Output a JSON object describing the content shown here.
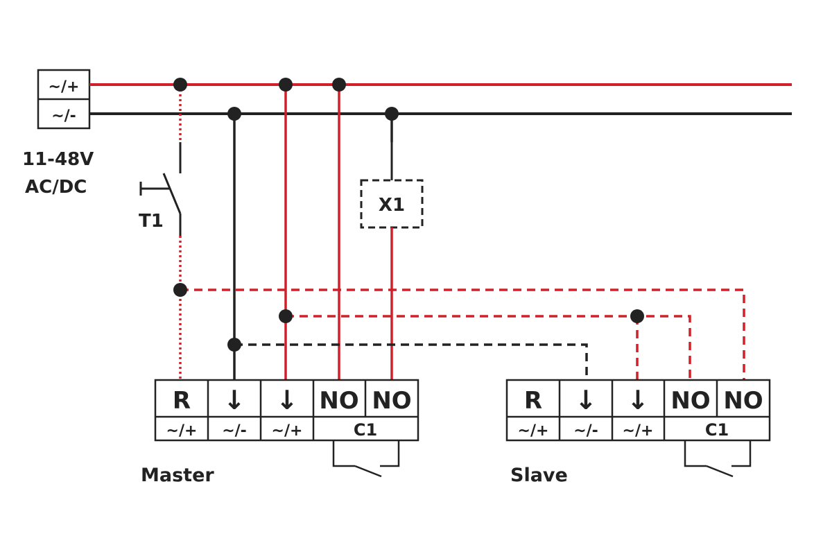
{
  "colors": {
    "red": "#d0202a",
    "black": "#222222"
  },
  "supply": {
    "pos_label": "~/+",
    "neg_label": "~/-",
    "voltage_line1": "11-48V",
    "voltage_line2": "AC/DC"
  },
  "switch": {
    "label": "T1"
  },
  "relay": {
    "label": "X1"
  },
  "master": {
    "name": "Master",
    "terminals_top": [
      "R",
      "↓",
      "↓",
      "NO",
      "NO"
    ],
    "terminals_bottom": [
      "~/+",
      "~/-",
      "~/+"
    ],
    "contact_label": "C1"
  },
  "slave": {
    "name": "Slave",
    "terminals_top": [
      "R",
      "↓",
      "↓",
      "NO",
      "NO"
    ],
    "terminals_bottom": [
      "~/+",
      "~/-",
      "~/+"
    ],
    "contact_label": "C1"
  }
}
